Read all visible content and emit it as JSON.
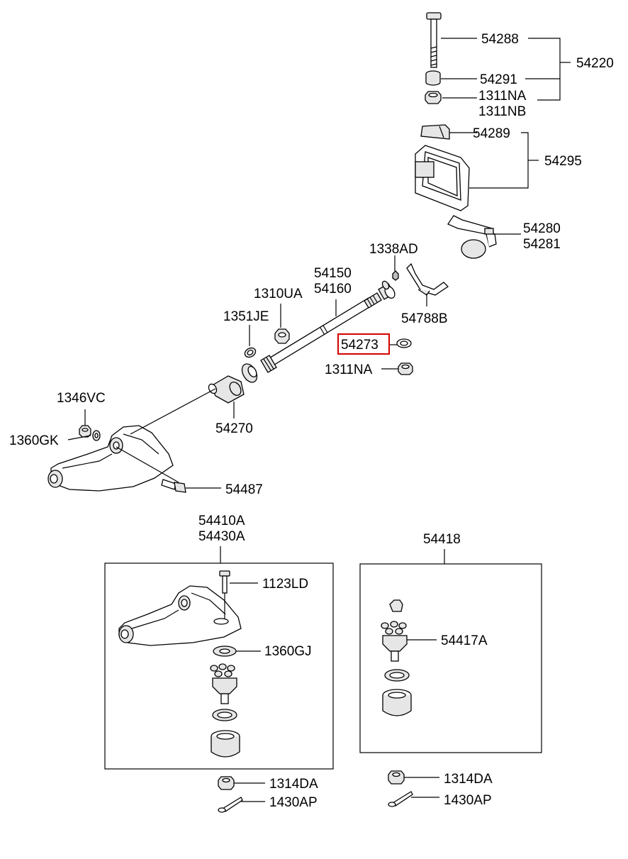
{
  "labels": {
    "p54288": "54288",
    "p54220": "54220",
    "p54291": "54291",
    "p1311NA_top": "1311NA",
    "p1311NB": "1311NB",
    "p54289": "54289",
    "p54295": "54295",
    "p54280": "54280",
    "p54281": "54281",
    "p1338AD": "1338AD",
    "p54150": "54150",
    "p54160": "54160",
    "p1310UA": "1310UA",
    "p1351JE": "1351JE",
    "p54788B": "54788B",
    "p54273": "54273",
    "p1311NA_mid": "1311NA",
    "p1346VC": "1346VC",
    "p1360GK": "1360GK",
    "p54270": "54270",
    "p54487": "54487",
    "p54410A": "54410A",
    "p54430A": "54430A",
    "p1123LD": "1123LD",
    "p1360GJ": "1360GJ",
    "p54418": "54418",
    "p54417A": "54417A",
    "p1314DA_left": "1314DA",
    "p1430AP_left": "1430AP",
    "p1314DA_right": "1314DA",
    "p1430AP_right": "1430AP"
  },
  "highlight_color": "#d40000"
}
